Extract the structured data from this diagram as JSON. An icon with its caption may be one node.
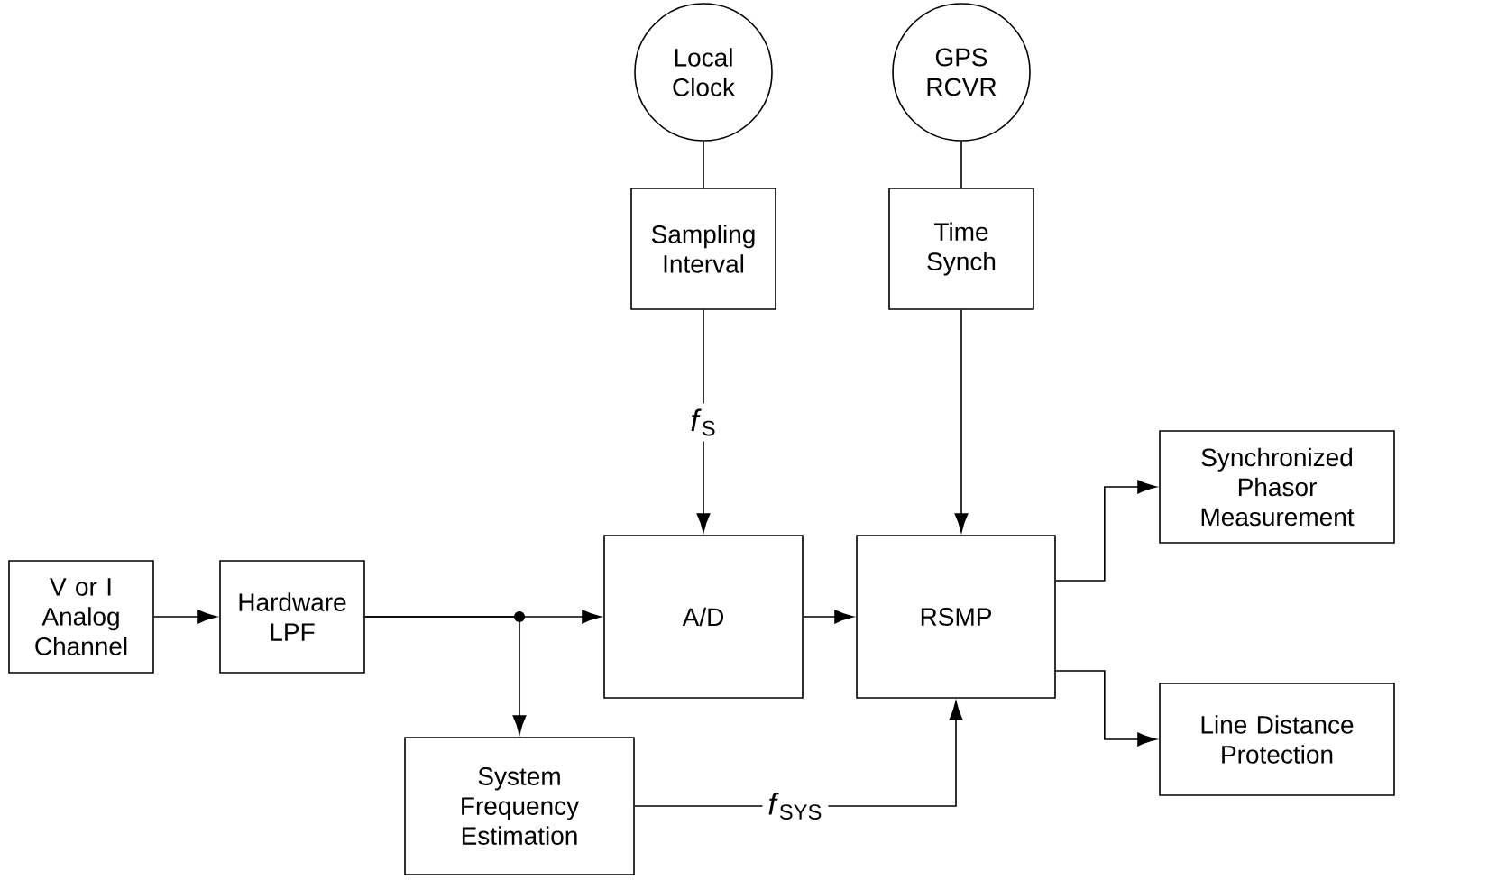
{
  "diagram": {
    "nodes": [
      {
        "text": [
          "Local Clock"
        ]
      },
      {
        "text": [
          "GPS RCVR"
        ]
      },
      {
        "text": [
          "Sampling Interval"
        ]
      },
      {
        "text": [
          "Time Synch"
        ]
      },
      {
        "text": [
          "V or I Analog Channel"
        ]
      },
      {
        "text": [
          "Hardware LPF"
        ]
      },
      {
        "text": [
          "A/D"
        ]
      },
      {
        "text": [
          "RSMP"
        ]
      },
      {
        "text": [
          "System Frequency Estimation"
        ]
      },
      {
        "text": [
          "Synchronized Phasor Measurement"
        ]
      },
      {
        "text": [
          "Line Distance Protection"
        ]
      }
    ],
    "edges": [
      {
        "from": 0,
        "to": 2,
        "arrow": "none"
      },
      {
        "from": 1,
        "to": 3,
        "arrow": "none"
      },
      {
        "from": 2,
        "to": 6,
        "arrow": "to",
        "label": "*f*$_{S}$"
      },
      {
        "from": 3,
        "to": 7,
        "arrow": "to"
      },
      {
        "from": 4,
        "to": 5,
        "arrow": "to"
      },
      {
        "from": 5,
        "to": 6,
        "arrow": "to"
      },
      {
        "from": 5,
        "to": 8,
        "arrow": "to"
      },
      {
        "from": 6,
        "to": 7,
        "arrow": "to"
      },
      {
        "from": 8,
        "to": 7,
        "arrow": "to",
        "label": "*f*$_{SYS}$"
      },
      {
        "from": 7,
        "to": 9,
        "arrow": "to"
      },
      {
        "from": 7,
        "to": 10,
        "arrow": "to"
      }
    ]
  }
}
